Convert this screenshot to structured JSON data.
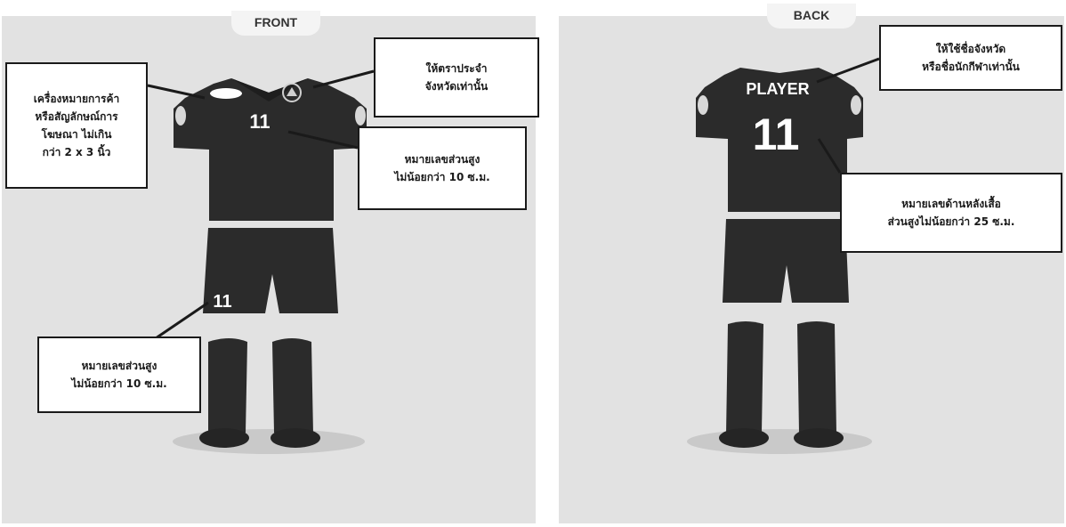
{
  "front": {
    "tab_label": "FRONT",
    "shirt_number": "11",
    "shorts_number": "11",
    "callouts": {
      "sponsor": "เครื่องหมายการค้า\nหรือสัญลักษณ์การ\nโฆษณา ไม่เกิน\nกว่า 2 x 3 นิ้ว",
      "province_badge": "ให้ตราประจำ\nจังหวัดเท่านั้น",
      "front_number": "หมายเลขส่วนสูง\nไม่น้อยกว่า 10 ซ.ม.",
      "shorts_number": "หมายเลขส่วนสูง\nไม่น้อยกว่า 10 ซ.ม."
    }
  },
  "back": {
    "tab_label": "BACK",
    "player_name": "PLAYER",
    "shirt_number": "11",
    "callouts": {
      "name": "ให้ใช้ชื่อจังหวัด\nหรือชื่อนักกีฬาเท่านั้น",
      "back_number": "หมายเลขด้านหลังเสื้อ\nส่วนสูงไม่น้อยกว่า 25 ซ.ม."
    }
  },
  "colors": {
    "kit": "#2b2b2b",
    "panel": "#e2e2e2",
    "number": "#ffffff"
  }
}
